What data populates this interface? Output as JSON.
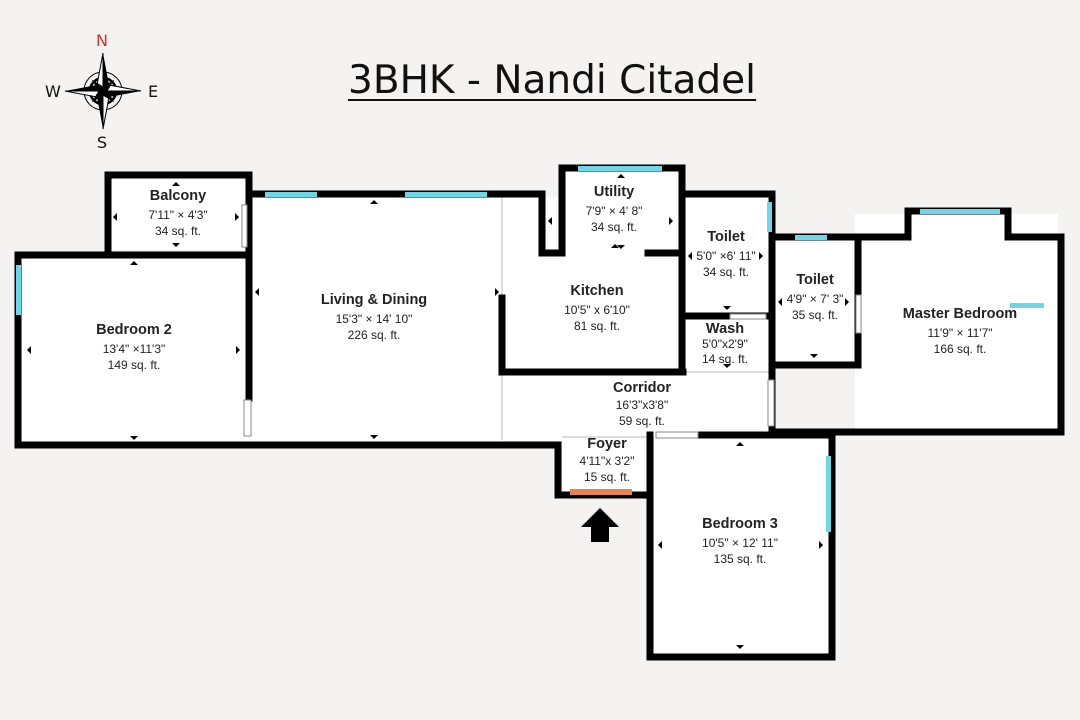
{
  "title": "3BHK - Nandi Citadel",
  "compass": {
    "n": "N",
    "s": "S",
    "e": "E",
    "w": "W",
    "icon": "compass-rose-icon"
  },
  "colors": {
    "wall": "#000000",
    "window": "#6fd6e8",
    "door_entry": "#e8834f",
    "background": "#f4f3f1",
    "floor": "#ffffff"
  },
  "rooms": {
    "balcony": {
      "name": "Balcony",
      "dims": "7'11\" × 4'3\"",
      "area": "34 sq. ft."
    },
    "utility": {
      "name": "Utility",
      "dims": "7'9\" × 4' 8\"",
      "area": "34 sq. ft."
    },
    "toilet1": {
      "name": "Toilet",
      "dims": "5'0\" ×6' 11\"",
      "area": "34 sq. ft."
    },
    "toilet2": {
      "name": "Toilet",
      "dims": "4'9\" × 7' 3\"",
      "area": "35 sq. ft."
    },
    "bedroom2": {
      "name": "Bedroom 2",
      "dims": "13'4\" ×11'3\"",
      "area": "149 sq. ft."
    },
    "living": {
      "name": "Living & Dining",
      "dims": "15'3\" × 14' 10\"",
      "area": "226 sq. ft."
    },
    "kitchen": {
      "name": "Kitchen",
      "dims": "10'5\" x 6'10\"",
      "area": "81 sq. ft."
    },
    "wash": {
      "name": "Wash",
      "dims": "5'0\"x2'9\"",
      "area": "14 sq. ft."
    },
    "master": {
      "name": "Master Bedroom",
      "dims": "11'9\" × 11'7\"",
      "area": "166 sq. ft."
    },
    "corridor": {
      "name": "Corridor",
      "dims": "16'3\"x3'8\"",
      "area": "59 sq. ft."
    },
    "foyer": {
      "name": "Foyer",
      "dims": "4'11\"x 3'2\"",
      "area": "15 sq. ft."
    },
    "bedroom3": {
      "name": "Bedroom 3",
      "dims": "10'5\" × 12' 11\"",
      "area": "135 sq. ft."
    }
  },
  "entry": {
    "icon": "entry-arrow-icon"
  }
}
